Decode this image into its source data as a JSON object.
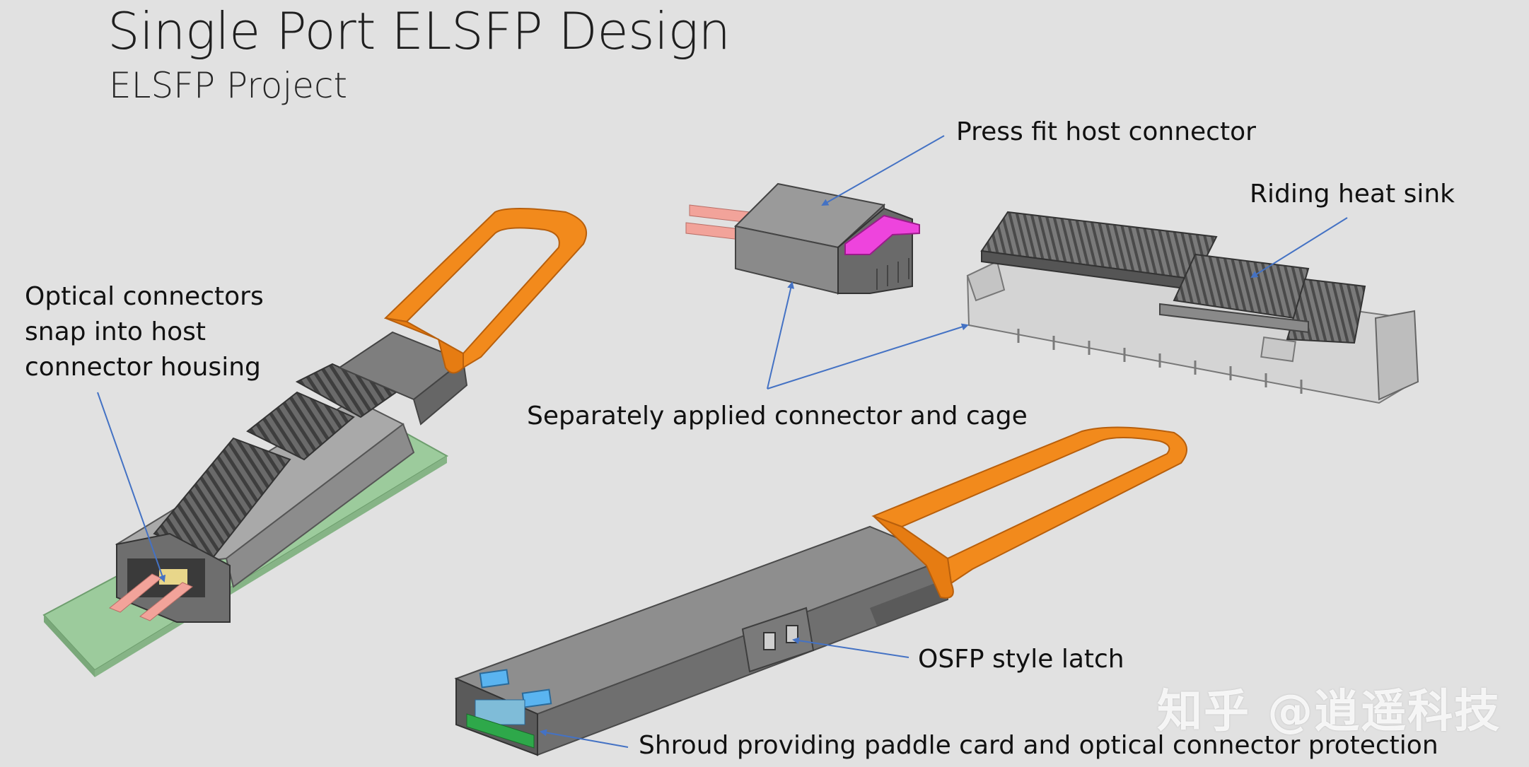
{
  "slide": {
    "title": "Single Port ELSFP Design",
    "subtitle": "ELSFP Project"
  },
  "annotations": {
    "optical_connectors": "Optical connectors\nsnap into host\nconnector housing",
    "press_fit": "Press fit host connector",
    "riding_heat_sink": "Riding heat sink",
    "separately_applied": "Separately applied connector and cage",
    "osfp_latch": "OSFP style latch",
    "shroud": "Shroud providing paddle card and optical connector protection"
  },
  "watermark": "知乎 @逍遥科技",
  "colors": {
    "background": "#e1e1e1",
    "arrow": "#4472c4",
    "pull_tab": "#f28a1c",
    "module_body": "#8e8e8e",
    "heat_fins": "#5c5c5c",
    "pcb": "#9ccb9c",
    "fiber": "#f2a39a",
    "press_fit_highlight": "#ee44dd",
    "cage": "#d4d4d4",
    "optical_port": "#5ab4f0",
    "paddle_card": "#2ea84a"
  }
}
